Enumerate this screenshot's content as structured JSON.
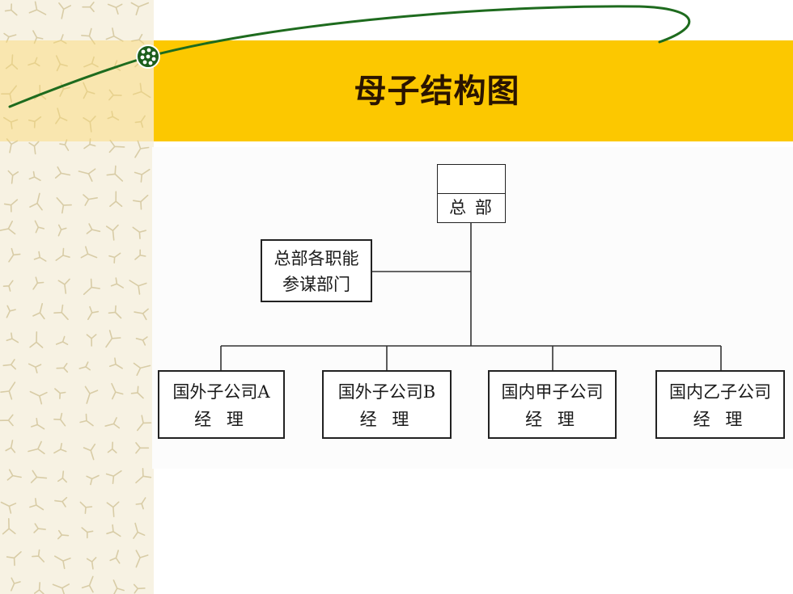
{
  "slide": {
    "title": "母子结构图"
  },
  "diagram": {
    "headquarters": {
      "label": "总 部"
    },
    "staff": {
      "line1": "总部各职能",
      "line2": "参谋部门"
    },
    "subsidiaries": [
      {
        "name": "国外子公司A",
        "role": "经 理"
      },
      {
        "name": "国外子公司B",
        "role": "经 理"
      },
      {
        "name": "国内甲子公司",
        "role": "经 理"
      },
      {
        "name": "国内乙子公司",
        "role": "经 理"
      }
    ]
  },
  "colors": {
    "banner": "#FCC800",
    "curve": "#1E6B1E",
    "title": "#2a1400",
    "pattern": "#d8cca6",
    "line": "#333333"
  },
  "icons": {
    "decoration": "ball-icon"
  }
}
